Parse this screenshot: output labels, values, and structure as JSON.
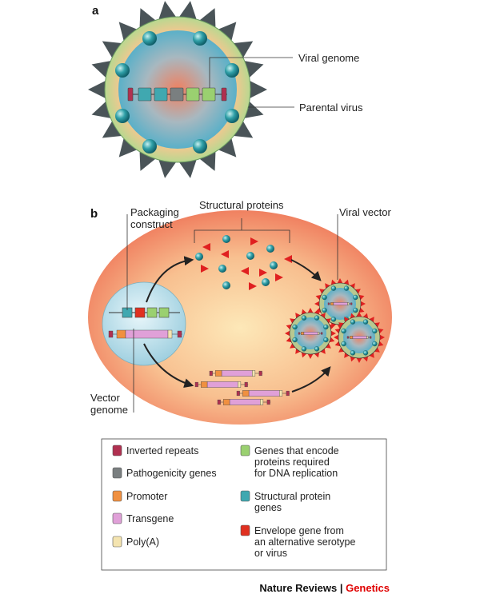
{
  "panel_a": {
    "label": "a",
    "viral_genome": "Viral genome",
    "parental_virus": "Parental virus"
  },
  "panel_b": {
    "label": "b",
    "structural_proteins": "Structural proteins",
    "packaging_construct": [
      "Packaging",
      "construct"
    ],
    "viral_vector": "Viral vector",
    "vector_genome": [
      "Vector",
      "genome"
    ]
  },
  "legend": {
    "left": [
      {
        "label": "Inverted repeats",
        "color": "#b03050"
      },
      {
        "label": "Pathogenicity genes",
        "color": "#7a7f80"
      },
      {
        "label": "Promoter",
        "color": "#f09040"
      },
      {
        "label": "Transgene",
        "color": "#e0a0d8"
      },
      {
        "label": "Poly(A)",
        "color": "#f4e4b0"
      }
    ],
    "right": [
      {
        "lines": [
          "Genes that encode",
          "proteins required",
          "for DNA replication"
        ],
        "color": "#9ad070"
      },
      {
        "lines": [
          "Structural protein",
          "genes"
        ],
        "color": "#40a8b0"
      },
      {
        "lines": [
          "Envelope gene from",
          "an alternative serotype",
          "or virus"
        ],
        "color": "#e03020"
      }
    ]
  },
  "footer": {
    "journal": "Nature Reviews",
    "separator": " | ",
    "section": "Genetics",
    "section_color": "#e00000"
  }
}
